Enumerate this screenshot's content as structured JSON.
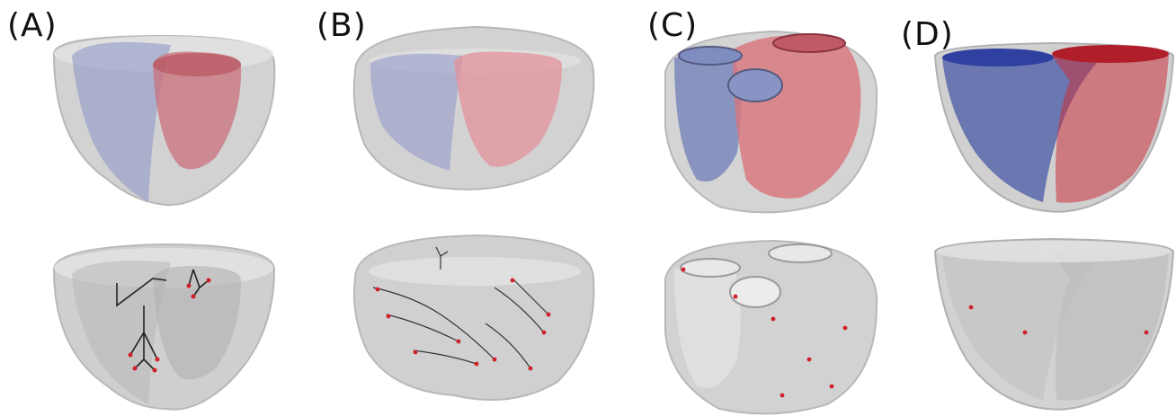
{
  "figure": {
    "panels": [
      {
        "label": "(A)",
        "top_colors": {
          "rv": "#8f98c8",
          "lv": "#c9707c"
        },
        "bottom_fibers": "#222222",
        "fiber_tips": "#d0202a"
      },
      {
        "label": "(B)",
        "top_colors": {
          "rv": "#9aa0cc",
          "lv": "#e3929a"
        },
        "bottom_fibers": "#333333",
        "fiber_tips": "#d0202a"
      },
      {
        "label": "(C)",
        "top_colors": {
          "rv": "#6f7fb8",
          "lv": "#d8747a"
        },
        "bottom_dots": "#d0202a"
      },
      {
        "label": "(D)",
        "top_colors": {
          "rv": "#5060a8",
          "lv": "#c8323e"
        },
        "bottom_dots": "#d0202a"
      }
    ],
    "shell_color": "#c9c9c9"
  }
}
